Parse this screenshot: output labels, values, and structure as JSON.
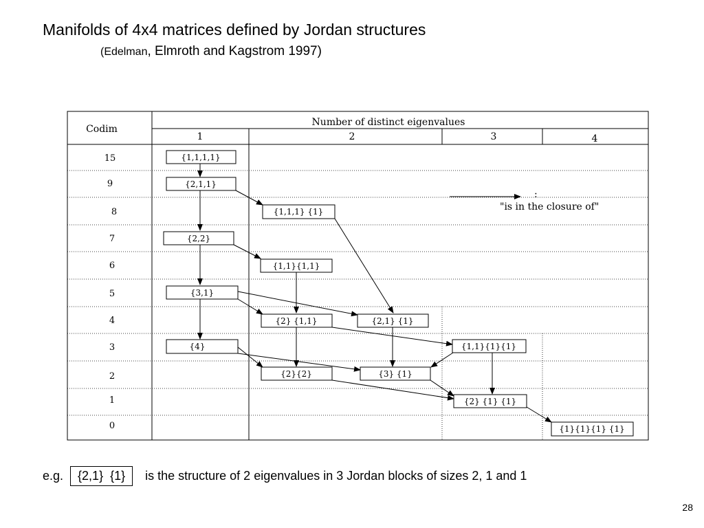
{
  "slide": {
    "title": "Manifolds of 4x4 matrices defined by Jordan structures",
    "subtitle_prefix": "(Edelman",
    "subtitle_rest": ", Elmroth and Kagstrom 1997)",
    "page_number": "28"
  },
  "table": {
    "codim_header": "Codim",
    "eig_header": "Number of distinct eigenvalues",
    "eig_columns": [
      "1",
      "2",
      "3",
      "4"
    ],
    "codims": [
      "15",
      "9",
      "8",
      "7",
      "6",
      "5",
      "4",
      "3",
      "2",
      "1",
      "0"
    ]
  },
  "nodes": {
    "n1111": "{1,1,1,1}",
    "n211": "{2,1,1}",
    "n111_1": "{1,1,1} {1}",
    "n22": "{2,2}",
    "n11_11": "{1,1}{1,1}",
    "n31": "{3,1}",
    "n2_11": "{2} {1,1}",
    "n21_1": "{2,1} {1}",
    "n11_1_1": "{1,1}{1}{1}",
    "n4": "{4}",
    "n2_2": "{2}{2}",
    "n3_1": "{3} {1}",
    "n2_1_1": "{2} {1} {1}",
    "n1_1_1_1": "{1}{1}{1} {1}"
  },
  "legend": {
    "colon": ":",
    "text": "\"is in the closure of\""
  },
  "example": {
    "prefix": "e.g.",
    "box": "{2,1}  {1}",
    "text": "is the structure of 2 eigenvalues in 3 Jordan blocks of sizes 2, 1 and 1"
  }
}
